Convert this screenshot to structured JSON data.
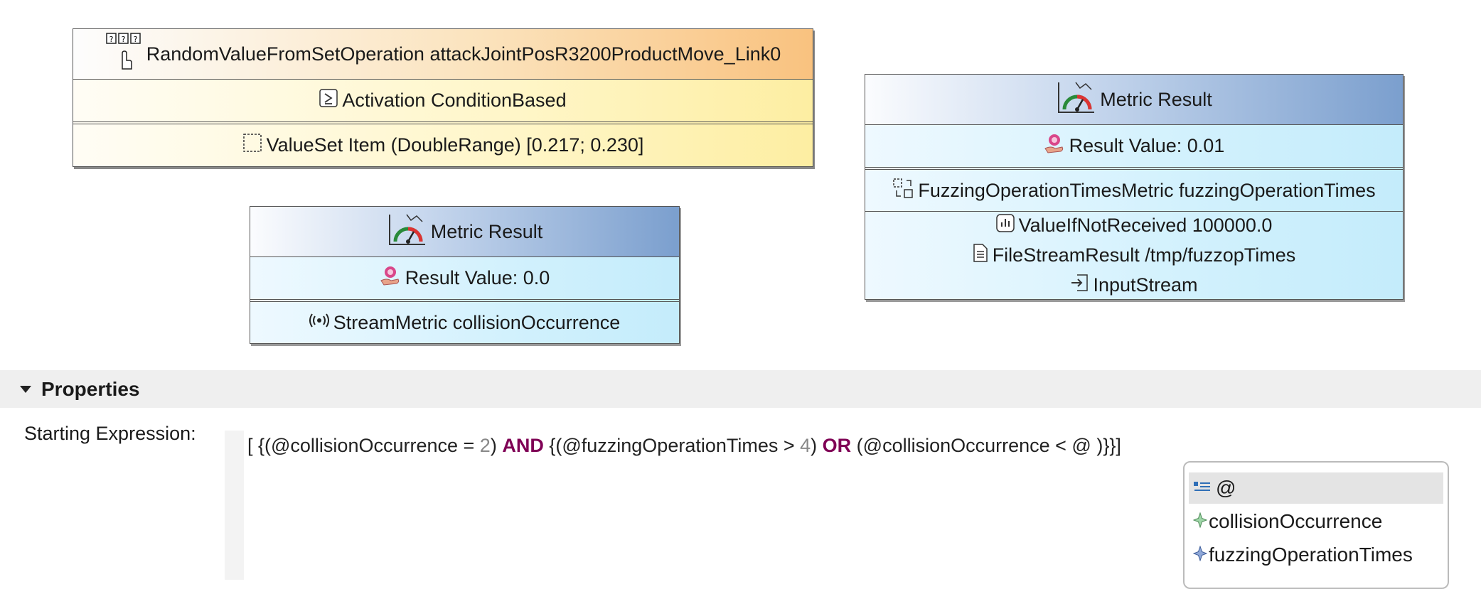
{
  "random_node": {
    "header": "RandomValueFromSetOperation attackJointPosR3200ProductMove_Link0",
    "activation": "Activation ConditionBased",
    "valueset": "ValueSet Item (DoubleRange) [0.217; 0.230]"
  },
  "metric_left": {
    "header": "Metric Result",
    "result": "Result Value: 0.0",
    "metric": "StreamMetric collisionOccurrence"
  },
  "metric_right": {
    "header": "Metric Result",
    "result": "Result Value: 0.01",
    "metric": "FuzzingOperationTimesMetric fuzzingOperationTimes",
    "value_if_not": "ValueIfNotReceived 100000.0",
    "file_stream": "FileStreamResult /tmp/fuzzopTimes",
    "input_stream": "InputStream"
  },
  "properties": {
    "title": "Properties",
    "expr_label": "Starting Expression:",
    "expr": {
      "p1": "[ {(@collisionOccurrence = ",
      "n1": "2",
      "p2": ") ",
      "k1": "AND",
      "p3": " {(@fuzzingOperationTimes > ",
      "n2": "4",
      "p4": ") ",
      "k2": "OR",
      "p5": " (@collisionOccurrence < @ )}}]"
    }
  },
  "autocomplete": {
    "items": [
      {
        "label": "@",
        "icon": "template-icon"
      },
      {
        "label": "collisionOccurrence",
        "icon": "metric-star-icon"
      },
      {
        "label": "fuzzingOperationTimes",
        "icon": "metric-star-icon"
      }
    ]
  },
  "colors": {
    "keyword": "#7f0055",
    "number": "#888888",
    "metric_header": "#7b9fce",
    "random_header": "#f9c27f"
  }
}
